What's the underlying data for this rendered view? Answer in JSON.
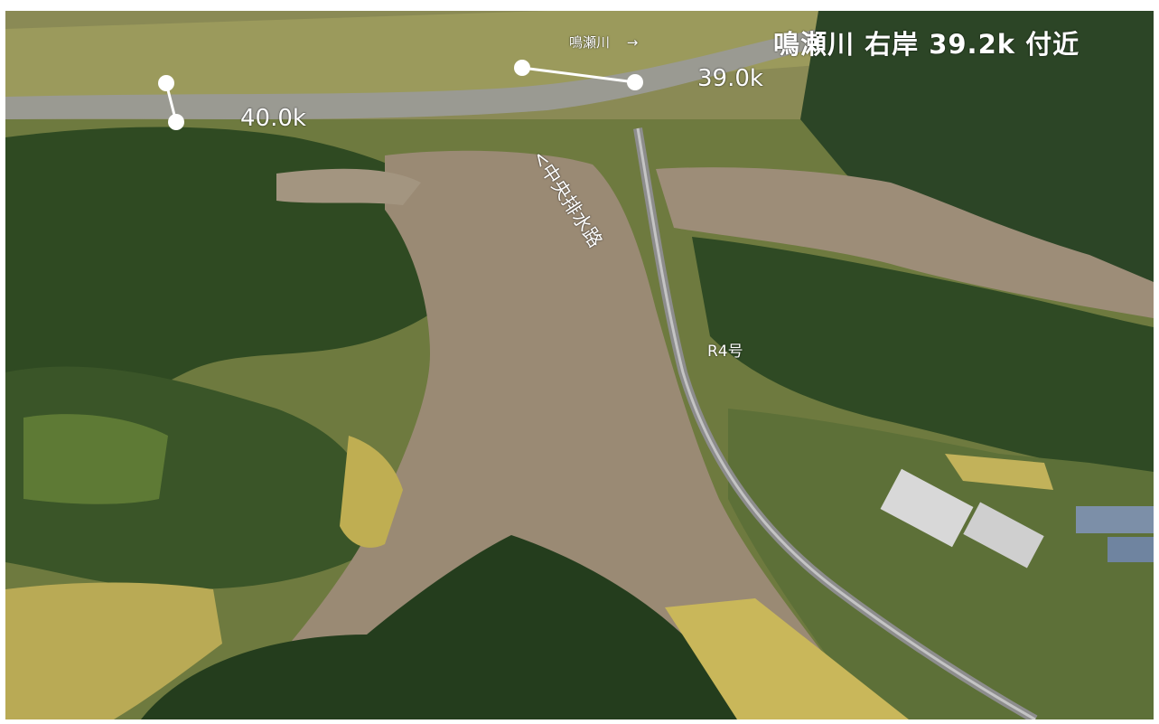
{
  "title": "鳴瀬川 右岸 39.2k 付近",
  "labels": {
    "river_name": "鳴瀬川",
    "river_arrow": "→",
    "km_39": "39.0k",
    "km_40": "40.0k",
    "drainage_channel": "<中央排水路",
    "route": "R4号"
  },
  "colors": {
    "flood_water": "#9a8a74",
    "forest": "#2f4a22",
    "paddy": "#c9b75a",
    "label": "#ffffff"
  }
}
